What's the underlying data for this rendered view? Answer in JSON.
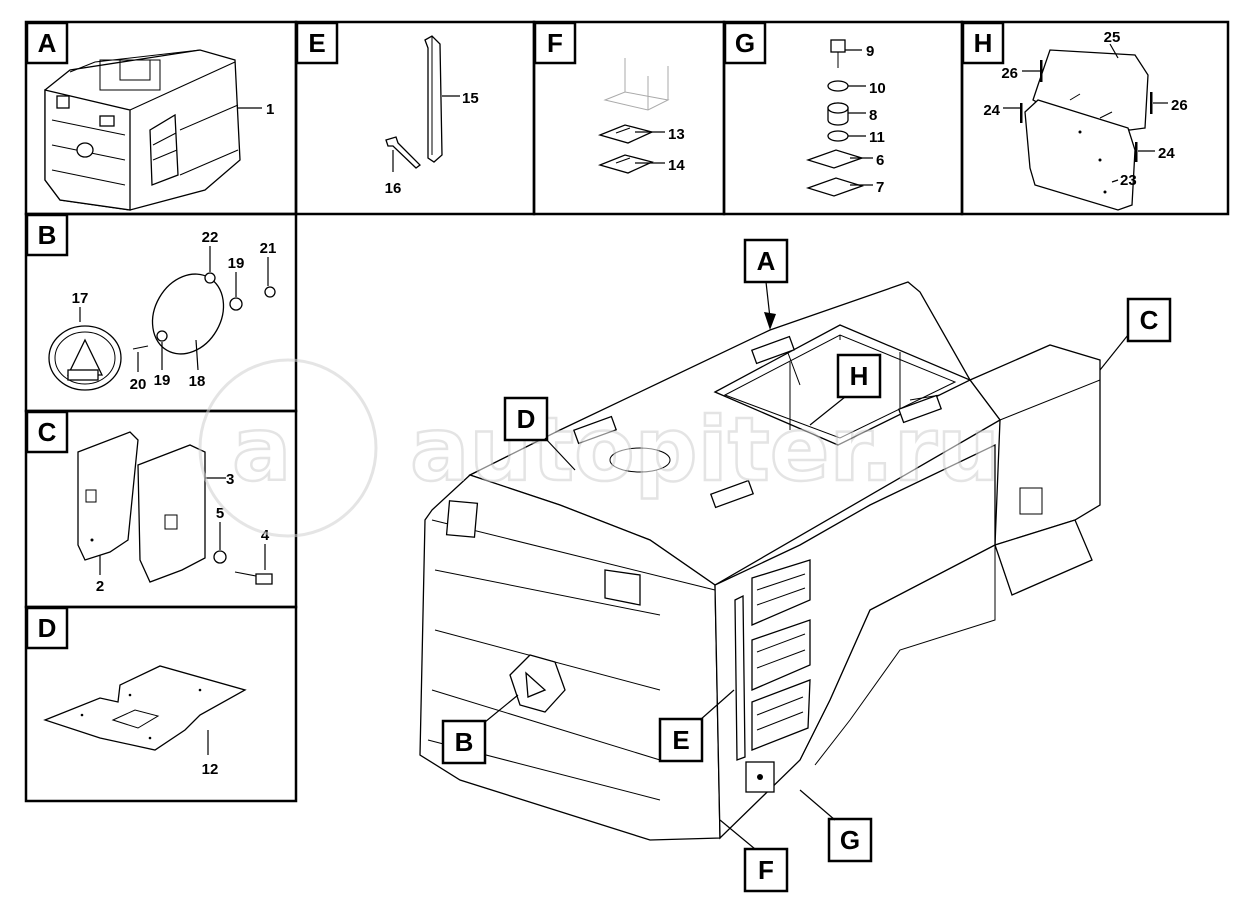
{
  "watermark": "autopiter.ru",
  "panels": {
    "A": {
      "letter": "A",
      "labels": [
        "1"
      ]
    },
    "B": {
      "letter": "B",
      "labels": [
        "22",
        "21",
        "19",
        "17",
        "20",
        "19",
        "18"
      ]
    },
    "C": {
      "letter": "C",
      "labels": [
        "3",
        "5",
        "4",
        "2"
      ]
    },
    "D": {
      "letter": "D",
      "labels": [
        "12"
      ]
    },
    "E": {
      "letter": "E",
      "labels": [
        "15",
        "16"
      ]
    },
    "F": {
      "letter": "F",
      "labels": [
        "13",
        "14"
      ]
    },
    "G": {
      "letter": "G",
      "labels": [
        "9",
        "10",
        "8",
        "11",
        "6",
        "7"
      ]
    },
    "H": {
      "letter": "H",
      "labels": [
        "25",
        "26",
        "24",
        "26",
        "24",
        "23"
      ]
    }
  },
  "callouts": [
    "A",
    "C",
    "H",
    "D",
    "B",
    "E",
    "F",
    "G"
  ]
}
